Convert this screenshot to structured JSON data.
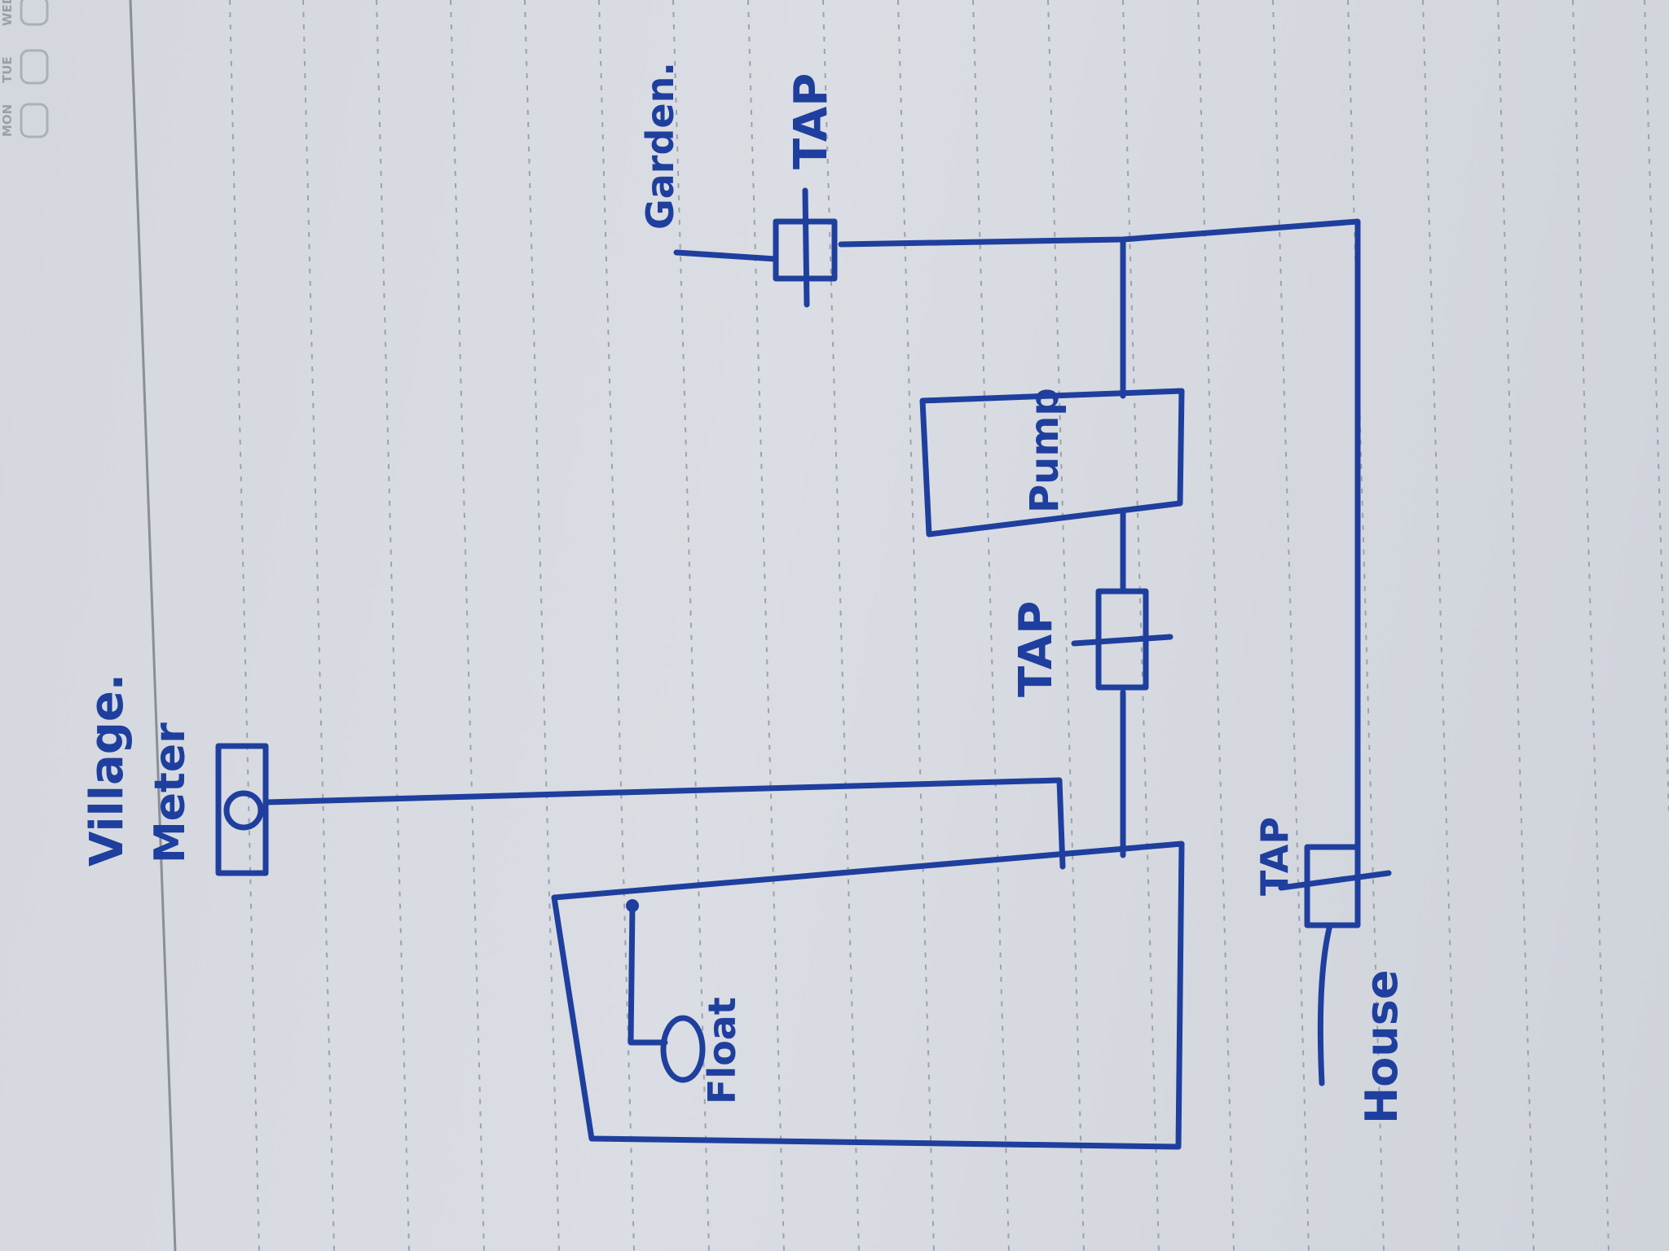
{
  "notebook": {
    "day_labels": [
      "MON",
      "TUE",
      "WED"
    ]
  },
  "diagram": {
    "labels": {
      "village_meter_line1": "Village.",
      "village_meter_line2": "Meter",
      "float": "Float",
      "pump": "Pump",
      "tap_pump": "TAP",
      "tap_garden": "TAP",
      "tap_house": "TAP",
      "garden": "Garden.",
      "house": "House"
    },
    "ink_color": "#1f3f9e"
  }
}
